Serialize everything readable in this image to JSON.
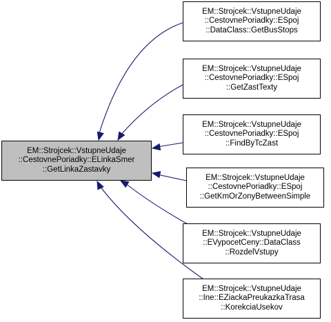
{
  "graph": {
    "root": {
      "lines": [
        "EM::Strojcek::VstupneUdaje",
        "::CestovnePoriadky::ELinkaSmer",
        "::GetLinkaZastavky"
      ],
      "fill": "#bfbfbf"
    },
    "callers": [
      {
        "lines": [
          "EM::Strojcek::VstupneUdaje",
          "::CestovnePoriadky::ESpoj",
          "::DataClass::GetBusStops"
        ]
      },
      {
        "lines": [
          "EM::Strojcek::VstupneUdaje",
          "::CestovnePoriadky::ESpoj",
          "::GetZastTexty"
        ]
      },
      {
        "lines": [
          "EM::Strojcek::VstupneUdaje",
          "::CestovnePoriadky::ESpoj",
          "::FindByTcZast"
        ]
      },
      {
        "lines": [
          "EM::Strojcek::VstupneUdaje",
          "::CestovnePoriadky::ESpoj",
          "::GetKmOrZonyBetweenSimple"
        ]
      },
      {
        "lines": [
          "EM::Strojcek::VstupneUdaje",
          "::EVypocetCeny::DataClass",
          "::RozdelVstupy"
        ]
      },
      {
        "lines": [
          "EM::Strojcek::VstupneUdaje",
          "::Ine::EZiackaPreukazkaTrasa",
          "::KorekciaUsekov"
        ]
      }
    ],
    "edge_color": "#191970"
  }
}
